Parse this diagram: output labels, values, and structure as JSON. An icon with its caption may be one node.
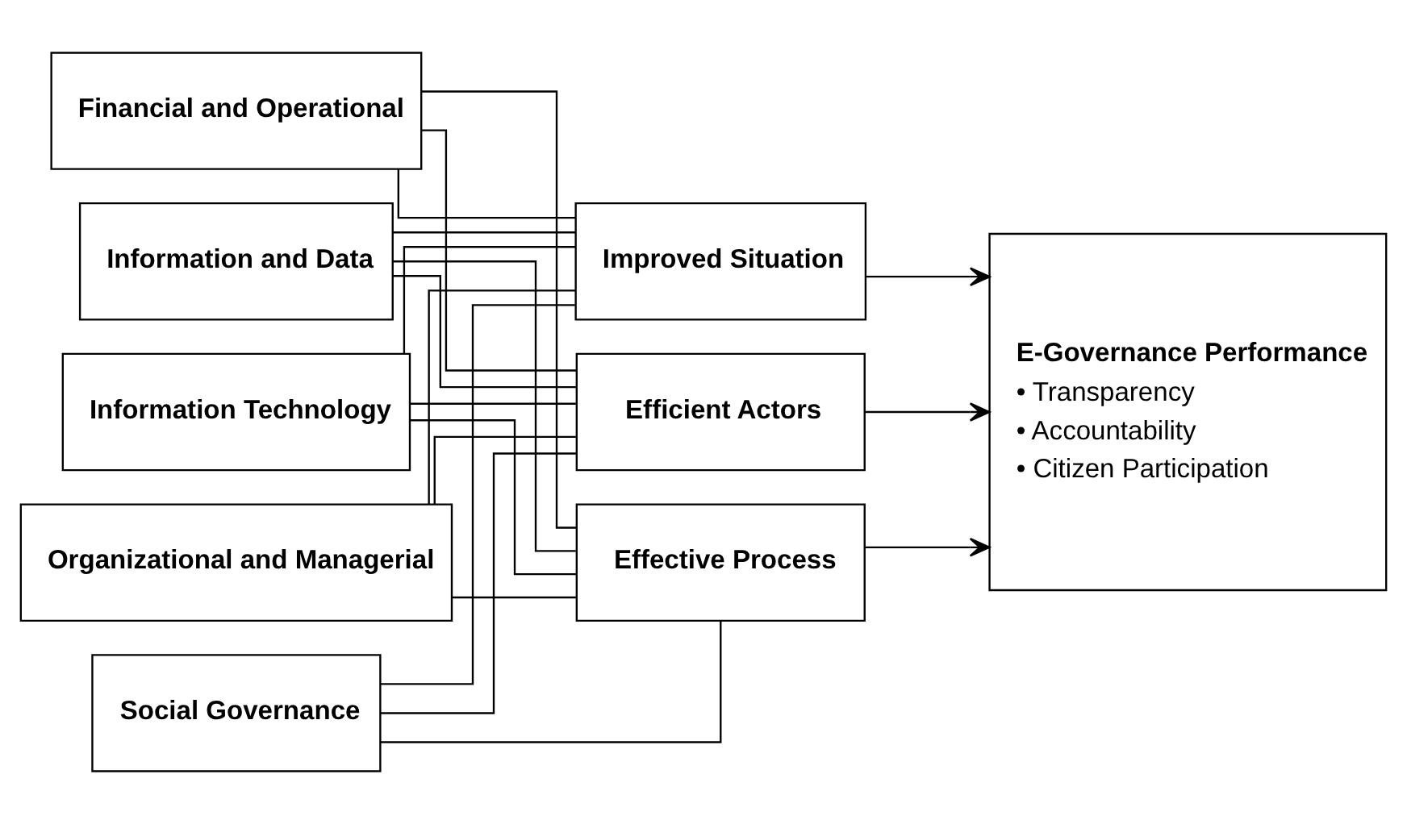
{
  "diagram": {
    "nodes": [
      {
        "text": [
          "Information and Data"
        ]
      },
      {
        "text": [
          "Information Technology"
        ]
      },
      {
        "text": [
          "Organizational and Managerial"
        ]
      },
      {
        "text": [
          "Social Governance"
        ]
      },
      {
        "text": [
          "Financial and Operational"
        ]
      },
      {
        "text": [
          "Improved Situation"
        ]
      },
      {
        "text": [
          "Efficient Actors"
        ]
      },
      {
        "text": [
          "Effective Process"
        ]
      },
      {
        "text": [
          "E-Governance Performance",
          "• Transparency",
          "• Accountability",
          "• Citizen Participation"
        ]
      }
    ],
    "edges": [
      {
        "from": 0,
        "to": 5,
        "arrow": "none"
      },
      {
        "from": 0,
        "to": 6,
        "arrow": "none"
      },
      {
        "from": 0,
        "to": 7,
        "arrow": "none"
      },
      {
        "from": 1,
        "to": 5,
        "arrow": "none"
      },
      {
        "from": 1,
        "to": 6,
        "arrow": "none"
      },
      {
        "from": 1,
        "to": 7,
        "arrow": "none"
      },
      {
        "from": 2,
        "to": 5,
        "arrow": "none"
      },
      {
        "from": 2,
        "to": 6,
        "arrow": "none"
      },
      {
        "from": 2,
        "to": 7,
        "arrow": "none"
      },
      {
        "from": 3,
        "to": 5,
        "arrow": "none"
      },
      {
        "from": 3,
        "to": 6,
        "arrow": "none"
      },
      {
        "from": 3,
        "to": 7,
        "arrow": "none"
      },
      {
        "from": 4,
        "to": 5,
        "arrow": "none"
      },
      {
        "from": 4,
        "to": 6,
        "arrow": "none"
      },
      {
        "from": 4,
        "to": 7,
        "arrow": "none"
      },
      {
        "from": 5,
        "to": 8,
        "arrow": "to"
      },
      {
        "from": 6,
        "to": 8,
        "arrow": "to"
      },
      {
        "from": 7,
        "to": 8,
        "arrow": "to"
      }
    ]
  }
}
